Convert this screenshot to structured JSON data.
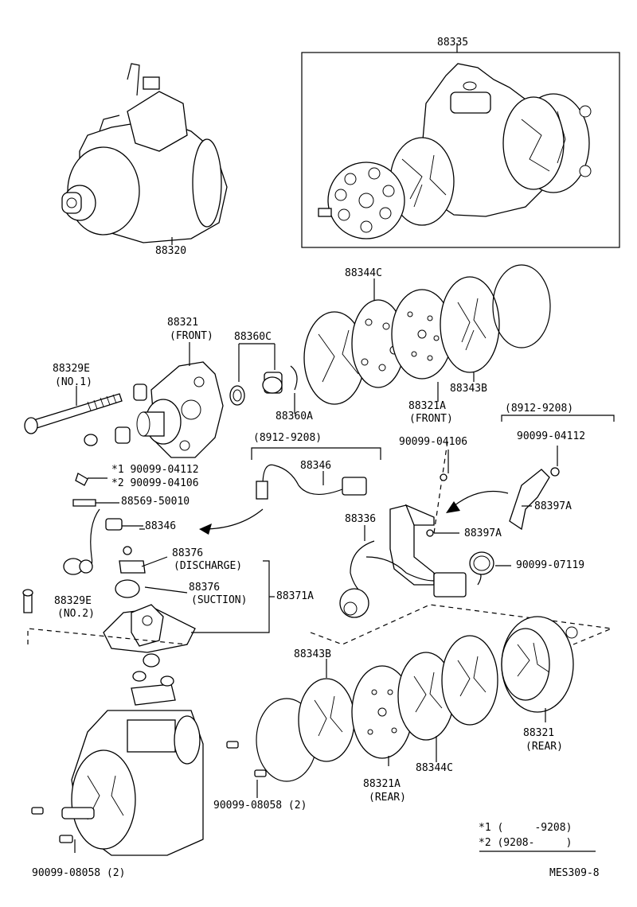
{
  "labels": {
    "p88335": "88335",
    "p88320": "88320",
    "p88344C_top": "88344C",
    "p88321_front_num": "88321",
    "p88321_front_sub": "(FRONT)",
    "p88360C": "88360C",
    "p88329E_1_num": "88329E",
    "p88329E_1_sub": "(NO.1)",
    "p88360A": "88360A",
    "p88321A_front_num": "88321A",
    "p88321A_front_sub": "(FRONT)",
    "p88343B_top": "88343B",
    "date_range_left": "(8912-9208)",
    "date_range_right": "(8912-9208)",
    "p88346_top": "88346",
    "p90099_04106_top": "90099-04106",
    "p90099_04112_right": "90099-04112",
    "star1_part": "*1 90099-04112",
    "star2_part": "*2 90099-04106",
    "p88569_50010": "88569-50010",
    "p88346_mid": "88346",
    "p88397A_right": "88397A",
    "p88336": "88336",
    "p88397A_mid": "88397A",
    "p88376_dis_num": "88376",
    "p88376_dis_sub": "(DISCHARGE)",
    "p88376_suc_num": "88376",
    "p88376_suc_sub": "(SUCTION)",
    "p88371A": "88371A",
    "p90099_07119": "90099-07119",
    "p88329E_2_num": "88329E",
    "p88329E_2_sub": "(NO.2)",
    "p88343B_bot": "88343B",
    "p88321_rear_num": "88321",
    "p88321_rear_sub": "(REAR)",
    "p88321A_rear_num": "88321A",
    "p88321A_rear_sub": "(REAR)",
    "p88344C_bot": "88344C",
    "p90099_08058_mid": "90099-08058 (2)",
    "p90099_08058_bot": "90099-08058 (2)",
    "note1": "*1 (     -9208)",
    "note2": "*2 (9208-     )",
    "drawing_id": "MES309-8"
  }
}
